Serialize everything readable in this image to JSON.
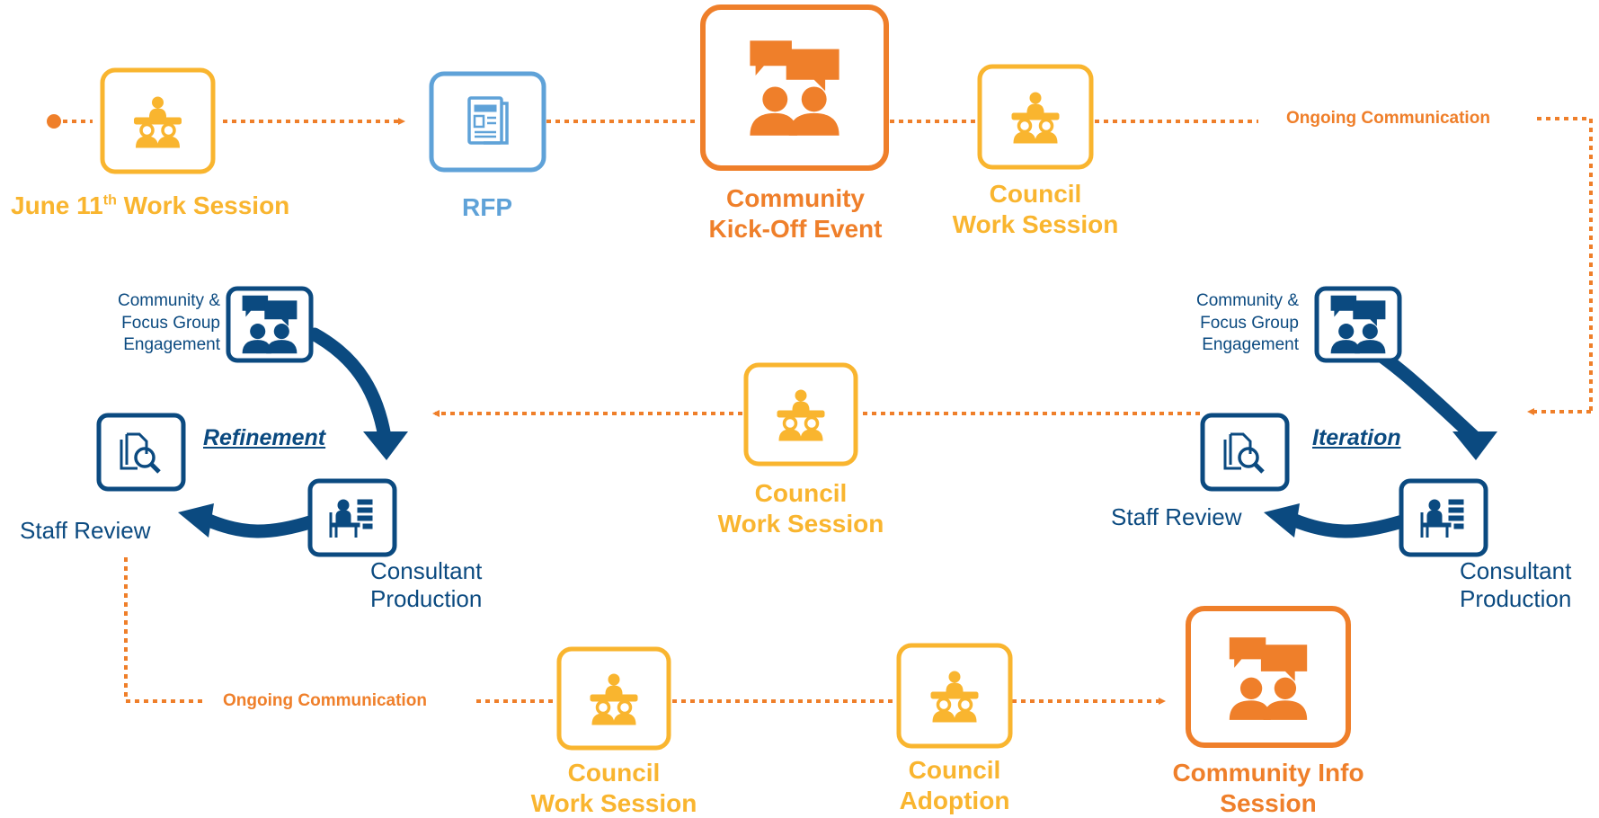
{
  "colors": {
    "yellow": "#F9B52F",
    "orange": "#EF7F2A",
    "light_blue": "#5FA2D8",
    "navy": "#0B4A80"
  },
  "top_row": {
    "june_session": {
      "label": "June 11",
      "superscript": "th",
      "label_rest": " Work Session",
      "icon": "council-meeting-icon"
    },
    "rfp": {
      "label": "RFP",
      "icon": "document-icon"
    },
    "kickoff": {
      "label_line1": "Community",
      "label_line2": "Kick-Off Event",
      "icon": "community-conversation-icon"
    },
    "council_session": {
      "label_line1": "Council",
      "label_line2": "Work Session",
      "icon": "council-meeting-icon"
    },
    "ongoing_communication": "Ongoing Communication"
  },
  "middle_row": {
    "refinement_cycle": {
      "loop_label": "Refinement",
      "engagement_label": [
        "Community &",
        "Focus Group",
        "Engagement"
      ],
      "staff_review": "Staff Review",
      "consultant_line1": "Consultant",
      "consultant_line2": "Production"
    },
    "council_session": {
      "label_line1": "Council",
      "label_line2": "Work Session",
      "icon": "council-meeting-icon"
    },
    "iteration_cycle": {
      "loop_label": "Iteration",
      "engagement_label": [
        "Community &",
        "Focus Group",
        "Engagement"
      ],
      "staff_review": "Staff Review",
      "consultant_line1": "Consultant",
      "consultant_line2": "Production"
    }
  },
  "bottom_row": {
    "ongoing_communication": "Ongoing Communication",
    "council_session": {
      "label_line1": "Council",
      "label_line2": "Work Session",
      "icon": "council-meeting-icon"
    },
    "council_adoption": {
      "label_line1": "Council",
      "label_line2": "Adoption",
      "icon": "council-meeting-icon"
    },
    "info_session": {
      "label_line1": "Community Info",
      "label_line2": "Session",
      "icon": "community-conversation-icon"
    }
  }
}
